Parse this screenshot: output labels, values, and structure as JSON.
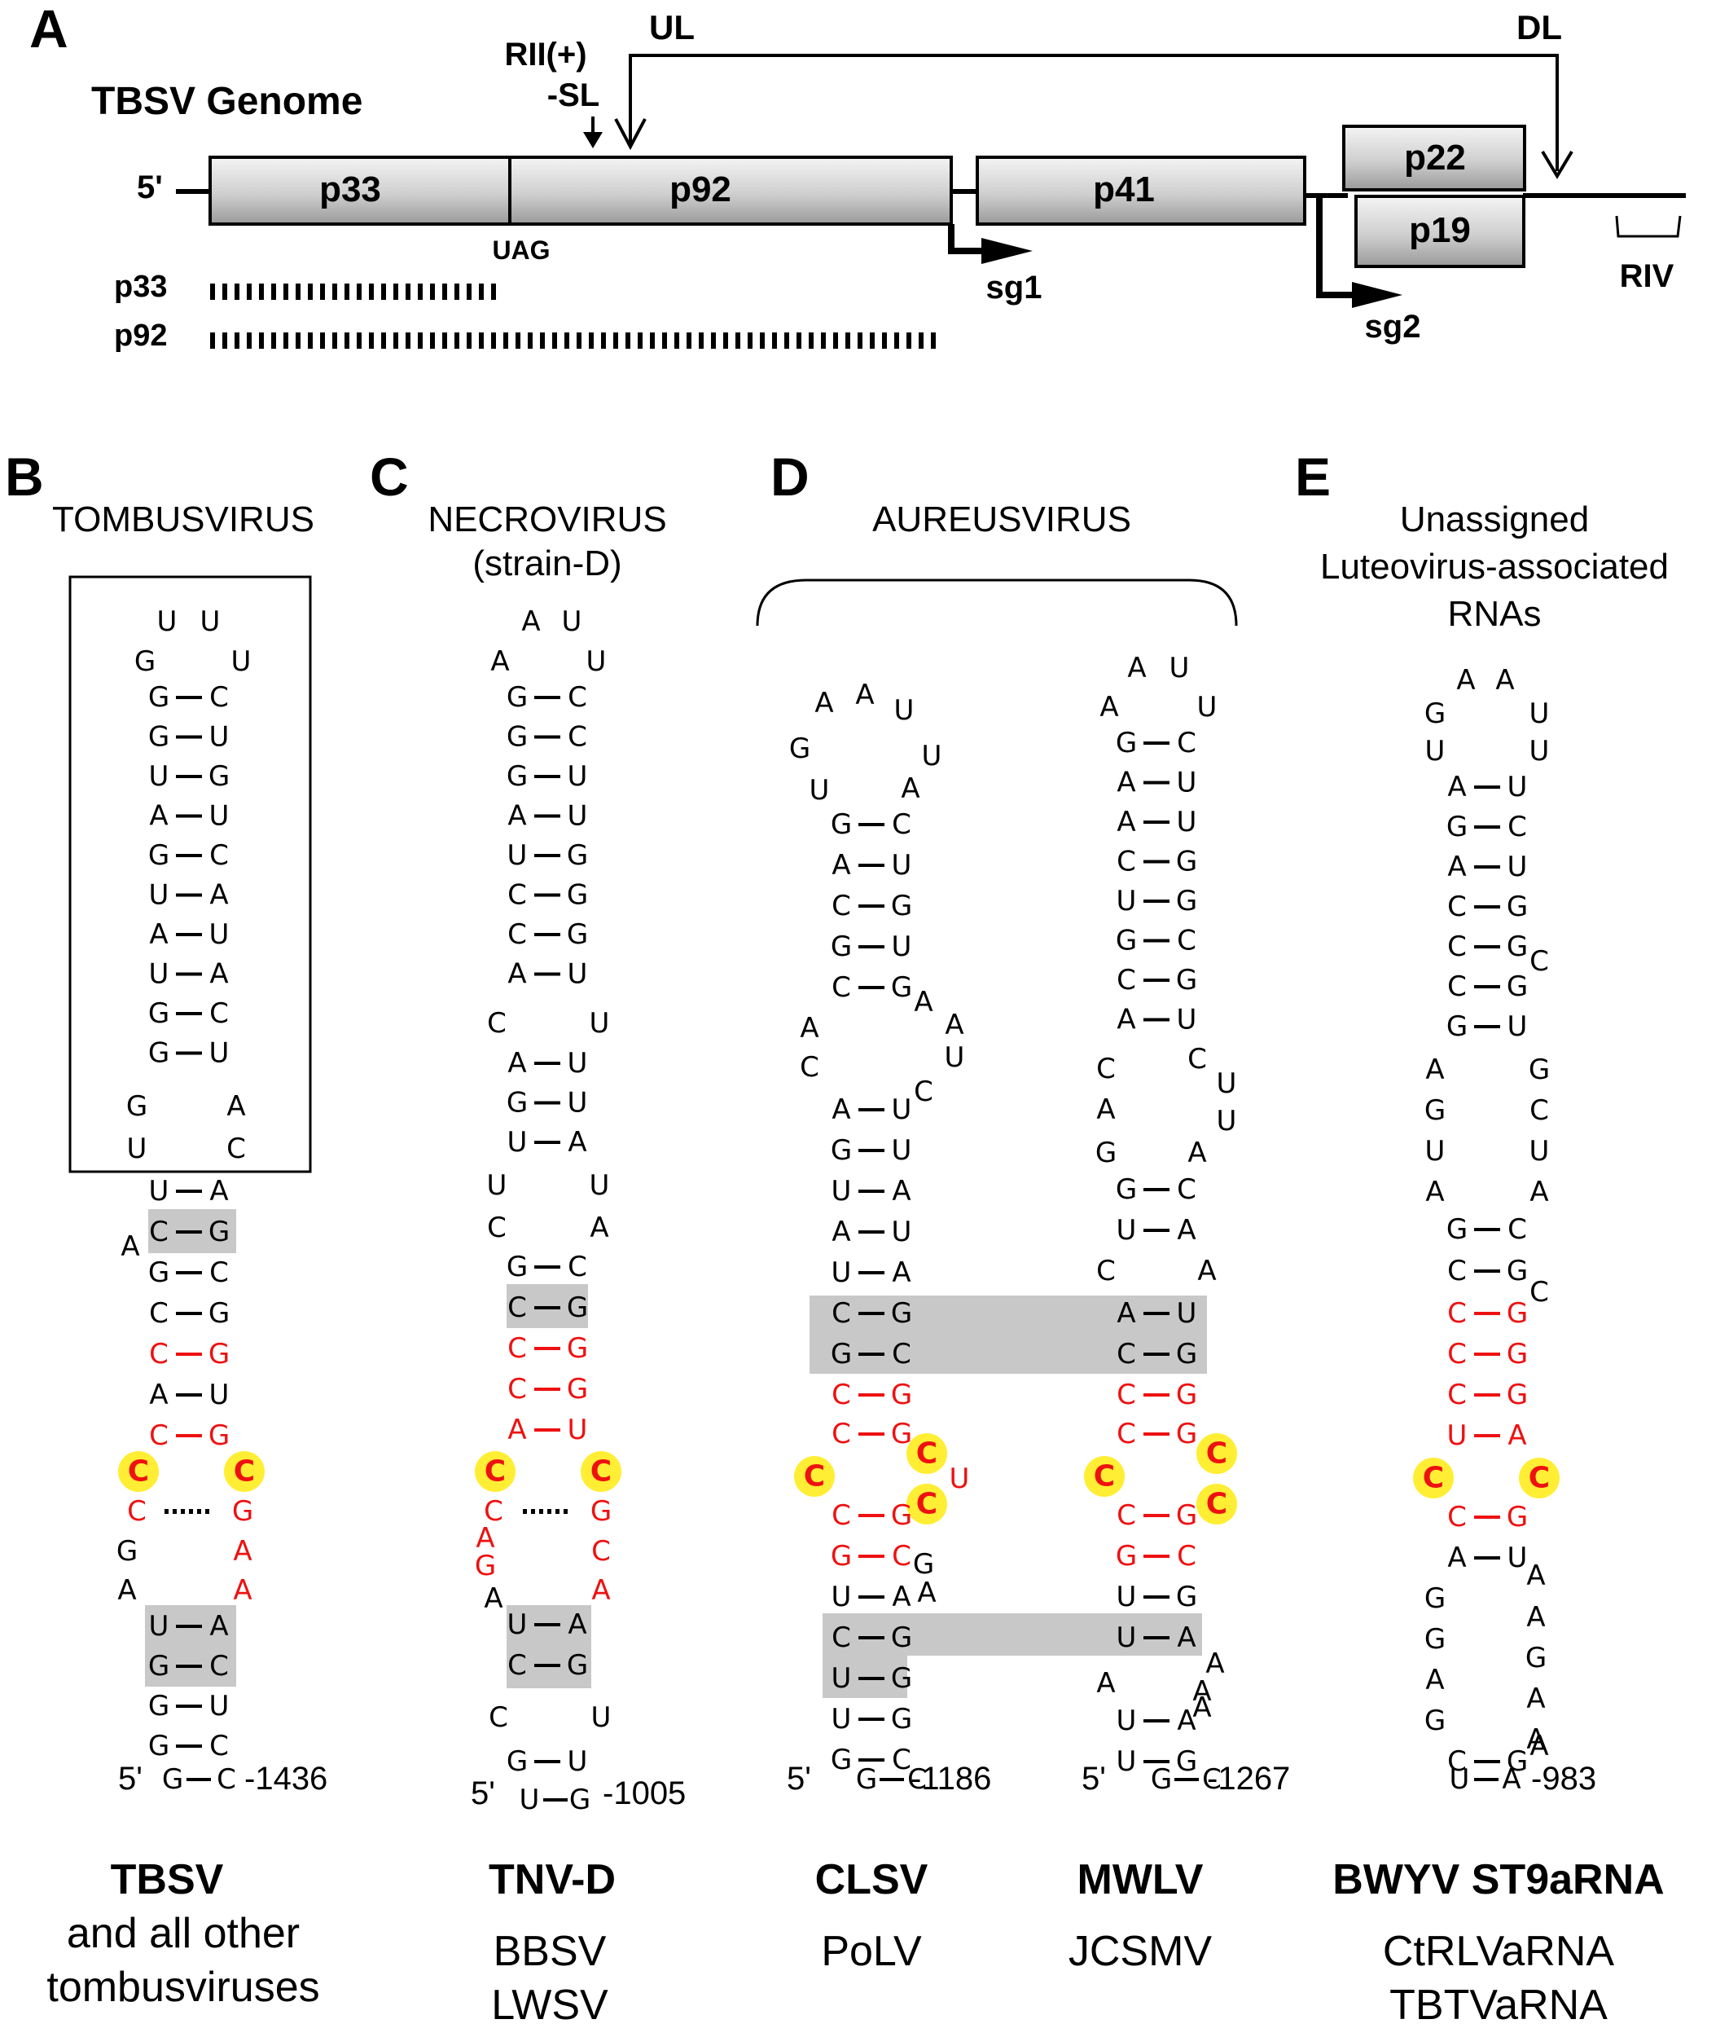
{
  "panels": {
    "A": "A",
    "B": "B",
    "C": "C",
    "D": "D",
    "E": "E"
  },
  "genome": {
    "title": "TBSV Genome",
    "five_prime": "5'",
    "orfs": [
      "p33",
      "p92",
      "p41",
      "p22",
      "p19"
    ],
    "uag": "UAG",
    "rii_line1": "RII(+)",
    "rii_line2": "-SL",
    "ul": "UL",
    "dl": "DL",
    "sg1": "sg1",
    "sg2": "sg2",
    "riv": "RIV",
    "products": [
      "p33",
      "p92"
    ]
  },
  "headings": {
    "B": [
      "TOMBUSVIRUS"
    ],
    "C": [
      "NECROVIRUS",
      "(strain-D)"
    ],
    "D": [
      "AUREUSVIRUS"
    ],
    "E": [
      "Unassigned",
      "Luteovirus-associated",
      "RNAs"
    ]
  },
  "structures": {
    "B": {
      "end": "-1436"
    },
    "C": {
      "end": "-1005"
    },
    "D1": {
      "end": "-1186"
    },
    "D2": {
      "end": "-1267"
    },
    "E": {
      "end": "-983"
    }
  },
  "five_prime_label": "5'",
  "viruses": {
    "B": {
      "name": "TBSV",
      "others": [
        "and all other",
        "tombusviruses"
      ]
    },
    "C": {
      "name": "TNV-D",
      "others": [
        "BBSV",
        "LWSV"
      ]
    },
    "D1": {
      "name": "CLSV",
      "others": [
        "PoLV"
      ]
    },
    "D2": {
      "name": "MWLV",
      "others": [
        "JCSMV"
      ]
    },
    "E": {
      "name": "BWYV ST9aRNA",
      "others": [
        "CtRLVaRNA",
        "TBTVaRNA"
      ]
    }
  },
  "colors": {
    "highlight_red": "#ee1111",
    "yellow_circle": "#ffee33",
    "gray_box": "#c8c8c8"
  }
}
